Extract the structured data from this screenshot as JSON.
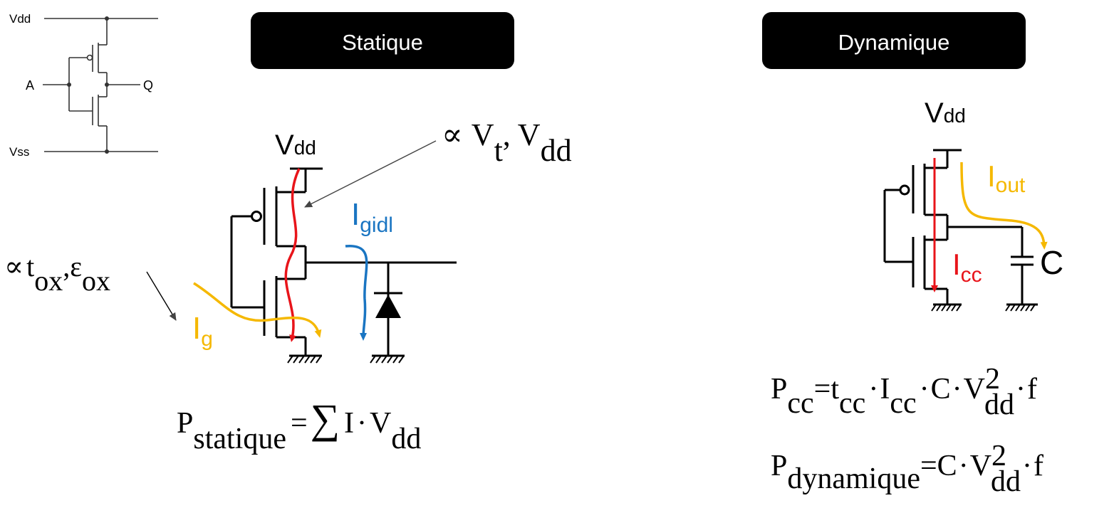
{
  "colors": {
    "wire": "#000000",
    "gate_leak": "#f5b800",
    "gidl": "#1a75c2",
    "subthreshold": "#e8141a",
    "out": "#f5b800",
    "cc": "#e8141a",
    "header_bg": "#000000",
    "header_text": "#ffffff",
    "thin_wire": "#333333",
    "pointer": "#444444"
  },
  "inverter_schematic": {
    "vdd_label": "Vdd",
    "vss_label": "Vss",
    "input_label": "A",
    "output_label": "Q"
  },
  "static_panel": {
    "header": "Statique",
    "vdd": {
      "main": "V",
      "sub": "dd"
    },
    "vt_annotation": {
      "prop": "∝",
      "v1": "V",
      "s1": "t",
      "comma": ",",
      "v2": "V",
      "s2": "dd"
    },
    "tox_annotation": {
      "prop": "∝",
      "t": "t",
      "s1": "ox",
      "comma": ",",
      "eps": "ε",
      "s2": "ox"
    },
    "gidl_label": {
      "main": "I",
      "sub": "gidl"
    },
    "gate_label": {
      "main": "I",
      "sub": "g"
    },
    "formula": {
      "p": "P",
      "sub": "statique",
      "eq": "=",
      "sum": "∑",
      "i": "I",
      "dot": "·",
      "v": "V",
      "vsub": "dd"
    }
  },
  "dynamic_panel": {
    "header": "Dynamique",
    "vdd": {
      "main": "V",
      "sub": "dd"
    },
    "out_label": {
      "main": "I",
      "sub": "out"
    },
    "cc_label": {
      "main": "I",
      "sub": "cc"
    },
    "cap_label": "C",
    "formula_cc": {
      "p": "P",
      "sub": "cc",
      "eq": "=",
      "t": "t",
      "tsub": "cc",
      "dot1": "·",
      "i": "I",
      "isub": "cc",
      "dot2": "·",
      "c": "C",
      "dot3": "·",
      "v": "V",
      "vsup": "2",
      "vsub": "dd",
      "dot4": "·",
      "f": "f"
    },
    "formula_dyn": {
      "p": "P",
      "sub": "dynamique",
      "eq": "=",
      "c": "C",
      "dot1": "·",
      "v": "V",
      "vsup": "2",
      "vsub": "dd",
      "dot2": "·",
      "f": "f"
    }
  }
}
